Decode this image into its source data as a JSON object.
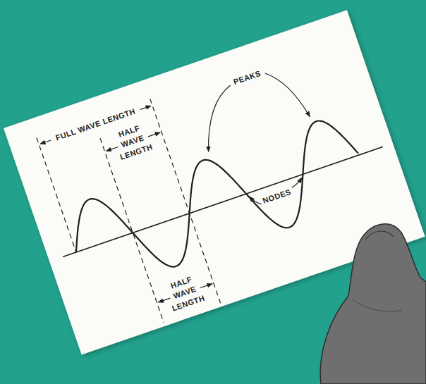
{
  "diagram": {
    "labels": [
      "FULL WAVE LENGTH",
      "HALF WAVE LENGTH",
      "HALF WAVE LENGTH",
      "PEAKS",
      "NODES"
    ]
  }
}
